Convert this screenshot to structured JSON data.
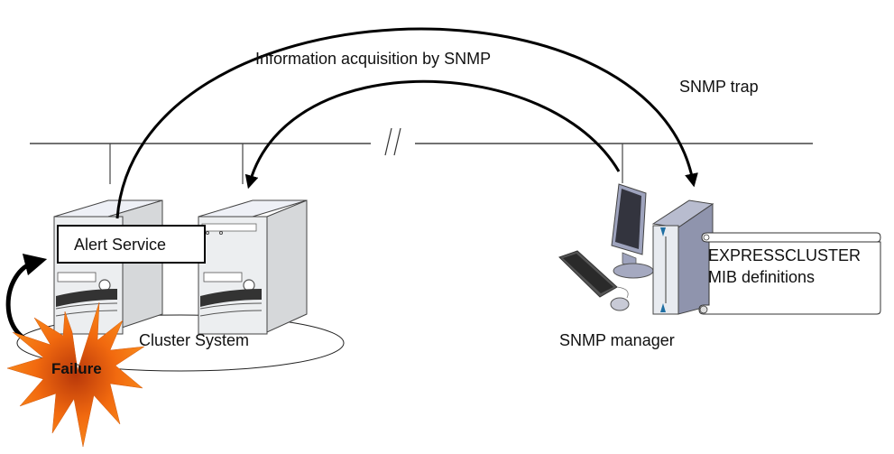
{
  "labels": {
    "info_acquisition": "Information acquisition by SNMP",
    "snmp_trap": "SNMP trap",
    "alert_service": "Alert Service",
    "cluster_system": "Cluster System",
    "failure": "Failure",
    "snmp_manager": "SNMP manager",
    "mib_line1": "EXPRESSCLUSTER",
    "mib_line2": "MIB definitions"
  },
  "network": {
    "break_marker": "//"
  },
  "colors": {
    "failure_fill": "#f26a0f",
    "failure_center": "#c9440a",
    "line": "#444444",
    "arrow": "#000000",
    "server_light": "#eceef0",
    "server_side": "#d5d7d9",
    "manager_body": "#9ea3bd",
    "manager_accent": "#1f6fa3"
  }
}
